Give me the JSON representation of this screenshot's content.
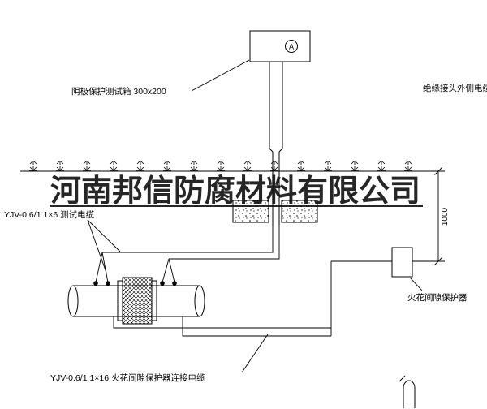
{
  "watermark": {
    "text": "河南邦信防腐材料有限公司"
  },
  "test_box": {
    "label": "阴极保护测试箱 300x200",
    "meter": "A"
  },
  "cables": {
    "outer_joint_cable_label": "绝缘接头外侧电缆",
    "test_cable_label": "YJV-0.6/1 1×6  测试电缆",
    "spark_cable_label": "YJV-0.6/1 1×16  火花间隙保护器连接电缆"
  },
  "spark_gap": {
    "label": "火花间隙保护器"
  },
  "dimension": {
    "value": "1000"
  }
}
